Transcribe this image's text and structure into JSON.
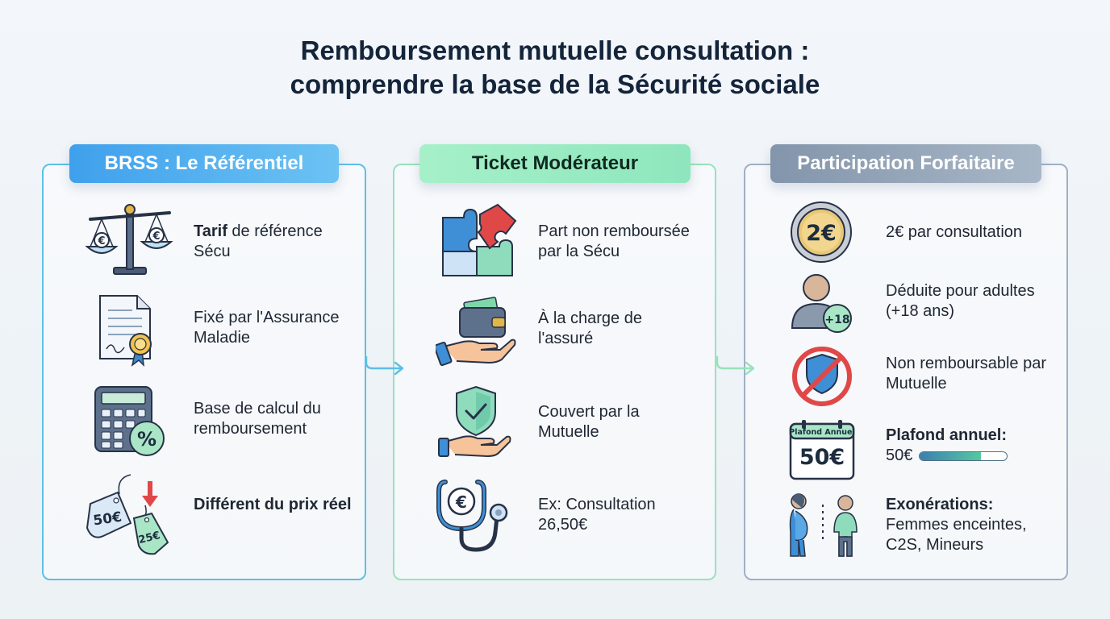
{
  "title_line1": "Remboursement mutuelle consultation :",
  "title_line2": "comprendre la base de la Sécurité sociale",
  "panels": [
    {
      "label": "BRSS : Le Référentiel",
      "items": [
        {
          "bold": "Tarif",
          "rest": " de référence Sécu"
        },
        {
          "bold": "",
          "rest": "Fixé par l'Assurance Maladie"
        },
        {
          "bold": "",
          "rest": "Base de calcul du remboursement"
        },
        {
          "bold": "Différent du prix réel",
          "rest": ""
        }
      ]
    },
    {
      "label": "Ticket Modérateur",
      "items": [
        {
          "text": "Part non remboursée par la Sécu"
        },
        {
          "text": "À la charge de l'assuré"
        },
        {
          "text": "Couvert par la Mutuelle"
        },
        {
          "text": "Ex: Consultation 26,50€"
        }
      ]
    },
    {
      "label": "Participation Forfaitaire",
      "items": [
        {
          "text": "2€ par consultation"
        },
        {
          "text": "Déduite pour adultes (+18 ans)"
        },
        {
          "text": "Non remboursable par Mutuelle"
        },
        {
          "bold": "Plafond annuel:",
          "value": "50€"
        },
        {
          "bold": "Exonérations:",
          "rest": "Femmes enceintes, C2S, Mineurs"
        }
      ]
    }
  ],
  "icon_labels": {
    "scale_left": "€",
    "scale_right": "€",
    "tag_big": "50€",
    "tag_small": "25€",
    "calculator": "%",
    "wallet_coin": "€",
    "coin": "2€",
    "adult_badge": "+18",
    "calendar_header": "Plafond Annuel",
    "calendar_value": "50€"
  },
  "plafond_progress": 0.7,
  "colors": {
    "blue": "#3fa0ec",
    "green": "#8ee6bd",
    "slate": "#8395ab",
    "dark": "#14243a"
  }
}
